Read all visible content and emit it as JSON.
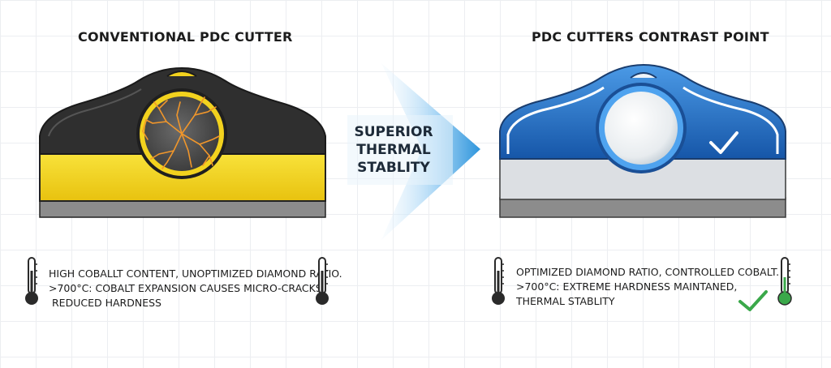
{
  "left": {
    "title": "CONVENTIONAL PDC CUTTER",
    "caption_lines": [
      "HIGH COBALLT CONTENT, UNOPTIMIZED DIAMOND RATIO.",
      ">700°C: COBALT EXPANSION CAUSES MICRO-CRACKS,",
      "REDUCED HARDNESS"
    ]
  },
  "right": {
    "title": "PDC CUTTERS CONTRAST POINT",
    "caption_lines": [
      "OPTIMIZED DIAMOND RATIO, CONTROLLED COBALT.",
      ">700°C: EXTREME HARDNESS MAINTANED,",
      "THERMAL STABLITY"
    ]
  },
  "arrow": {
    "label_lines": [
      "SUPERIOR",
      "THERMAL",
      "STABLITY"
    ]
  },
  "icons": {
    "thermometer": "thermometer-icon",
    "check": "checkmark-icon",
    "cracks": "micro-cracks-icon"
  },
  "colors": {
    "conventional_body": "#2f2f2f",
    "conventional_band": "#f2d21e",
    "advanced_body": "#1f6fc6",
    "crack": "#f0962b",
    "arrow": "#3b9fe0",
    "check_green": "#3aa84a"
  }
}
